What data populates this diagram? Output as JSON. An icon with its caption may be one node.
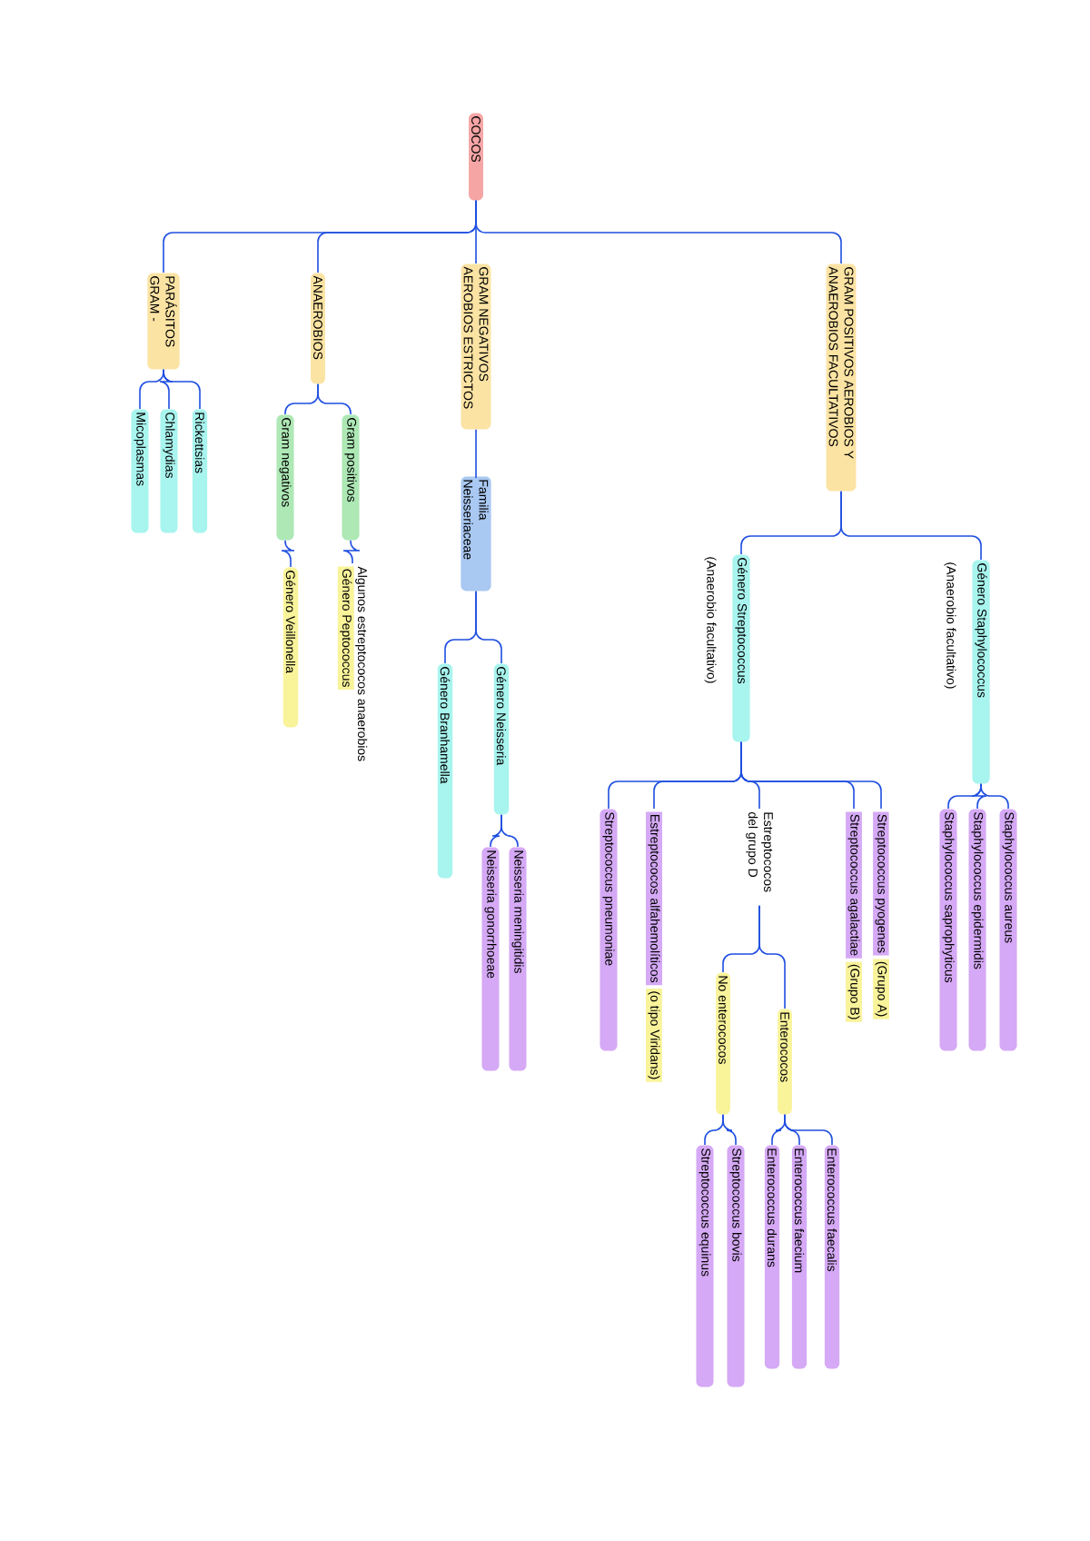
{
  "diagram": {
    "nodes": [
      {
        "text": [
          "COCOS"
        ]
      },
      {
        "text": [
          "PARÁSITOS GRAM -"
        ]
      },
      {
        "text": [
          "ANAEROBIOS"
        ]
      },
      {
        "text": [
          "GRAM NEGATIVOS AEROBIOS ESTRICTOS"
        ]
      },
      {
        "text": [
          "GRAM POSITIVOS AEROBIOS Y ANAEROBIOS FACULTATIVOS"
        ]
      },
      {
        "text": [
          "Rickettsias"
        ]
      },
      {
        "text": [
          "Chlamydias"
        ]
      },
      {
        "text": [
          "Micoplasmas"
        ]
      },
      {
        "text": [
          "Gram positivos"
        ]
      },
      {
        "text": [
          "Gram negativos"
        ]
      },
      {
        "text": [
          "Algunos estreptococos anaerobios",
          "Género Peptococcus"
        ]
      },
      {
        "text": [
          "Género Veillonella"
        ]
      },
      {
        "text": [
          "Familia Neisseriaceae"
        ]
      },
      {
        "text": [
          "Género Neisseria"
        ]
      },
      {
        "text": [
          "Género Branhamella"
        ]
      },
      {
        "text": [
          "Neisseria meningitidis"
        ]
      },
      {
        "text": [
          "Neisseria gonorrhoeae"
        ]
      },
      {
        "text": [
          "Género Streptococcus"
        ],
        "beside": [
          "(Anaerobio facultativo)"
        ]
      },
      {
        "text": [
          "Género Staphylococcus"
        ],
        "beside": [
          "(Anaerobio facultativo)"
        ]
      },
      {
        "text": [
          "Staphylococcus aureus"
        ]
      },
      {
        "text": [
          "Staphylococcus epidermidis"
        ]
      },
      {
        "text": [
          "Staphylococcus saprophyticus"
        ]
      },
      {
        "text": [
          "Streptococcus pyogenes",
          "(Grupo A)"
        ]
      },
      {
        "text": [
          "Streptococcus agalactiae",
          "(Grupo B)"
        ]
      },
      {
        "text": [
          "Estreptococos del grupo D"
        ]
      },
      {
        "text": [
          "Estreptococos alfahemolíticos",
          "(o tipo Viridans)"
        ]
      },
      {
        "text": [
          "Streptococcus pneumoniae"
        ]
      },
      {
        "text": [
          "No enterococos"
        ]
      },
      {
        "text": [
          "Enterococos"
        ]
      },
      {
        "text": [
          "Enterococcus faecalis"
        ]
      },
      {
        "text": [
          "Enterococcus faecium"
        ]
      },
      {
        "text": [
          "Enterococcus durans"
        ]
      },
      {
        "text": [
          "Streptococcus bovis"
        ]
      },
      {
        "text": [
          "Streptococcus equinus"
        ]
      }
    ],
    "edges": [
      {
        "from": 0,
        "to": 1,
        "arrow": "none"
      },
      {
        "from": 0,
        "to": 2,
        "arrow": "none"
      },
      {
        "from": 0,
        "to": 3,
        "arrow": "none"
      },
      {
        "from": 0,
        "to": 4,
        "arrow": "none"
      },
      {
        "from": 1,
        "to": 5,
        "arrow": "none"
      },
      {
        "from": 1,
        "to": 6,
        "arrow": "none"
      },
      {
        "from": 1,
        "to": 7,
        "arrow": "none"
      },
      {
        "from": 2,
        "to": 8,
        "arrow": "none"
      },
      {
        "from": 2,
        "to": 9,
        "arrow": "none"
      },
      {
        "from": 8,
        "to": 10,
        "arrow": "none"
      },
      {
        "from": 9,
        "to": 11,
        "arrow": "none"
      },
      {
        "from": 3,
        "to": 12,
        "arrow": "none"
      },
      {
        "from": 12,
        "to": 13,
        "arrow": "none"
      },
      {
        "from": 12,
        "to": 14,
        "arrow": "none"
      },
      {
        "from": 13,
        "to": 15,
        "arrow": "none"
      },
      {
        "from": 13,
        "to": 16,
        "arrow": "none"
      },
      {
        "from": 4,
        "to": 17,
        "arrow": "none"
      },
      {
        "from": 4,
        "to": 18,
        "arrow": "none"
      },
      {
        "from": 18,
        "to": 19,
        "arrow": "none"
      },
      {
        "from": 18,
        "to": 20,
        "arrow": "none"
      },
      {
        "from": 18,
        "to": 21,
        "arrow": "none"
      },
      {
        "from": 17,
        "to": 22,
        "arrow": "none"
      },
      {
        "from": 17,
        "to": 23,
        "arrow": "none"
      },
      {
        "from": 17,
        "to": 24,
        "arrow": "none"
      },
      {
        "from": 17,
        "to": 25,
        "arrow": "none"
      },
      {
        "from": 17,
        "to": 26,
        "arrow": "none"
      },
      {
        "from": 24,
        "to": 27,
        "arrow": "none"
      },
      {
        "from": 24,
        "to": 28,
        "arrow": "none"
      },
      {
        "from": 28,
        "to": 29,
        "arrow": "none"
      },
      {
        "from": 28,
        "to": 30,
        "arrow": "none"
      },
      {
        "from": 28,
        "to": 31,
        "arrow": "none"
      },
      {
        "from": 27,
        "to": 32,
        "arrow": "none"
      },
      {
        "from": 27,
        "to": 33,
        "arrow": "none"
      }
    ]
  }
}
